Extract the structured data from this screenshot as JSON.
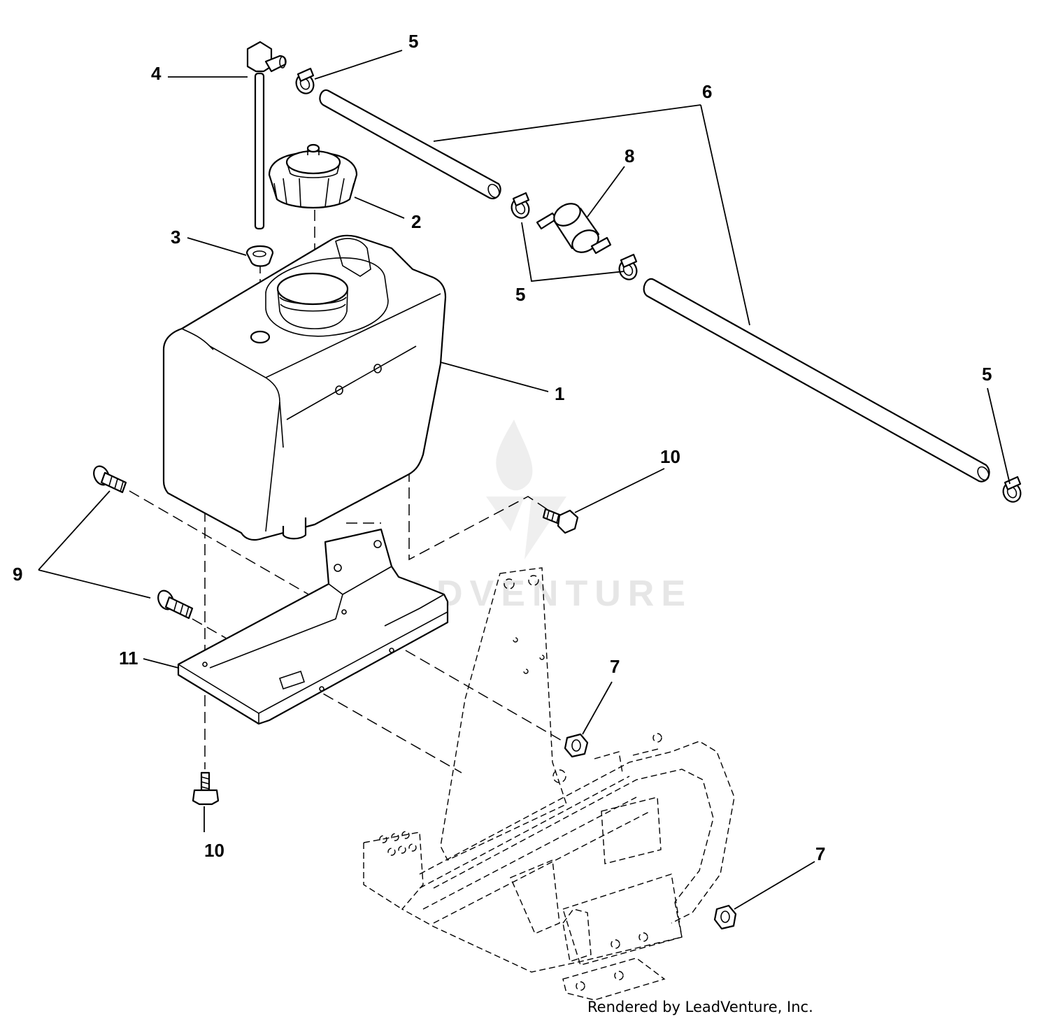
{
  "diagram": {
    "callouts": [
      {
        "id": "c1",
        "label": "1"
      },
      {
        "id": "c2",
        "label": "2"
      },
      {
        "id": "c3",
        "label": "3"
      },
      {
        "id": "c4",
        "label": "4"
      },
      {
        "id": "c5a",
        "label": "5"
      },
      {
        "id": "c5b",
        "label": "5"
      },
      {
        "id": "c5c",
        "label": "5"
      },
      {
        "id": "c6",
        "label": "6"
      },
      {
        "id": "c7a",
        "label": "7"
      },
      {
        "id": "c7b",
        "label": "7"
      },
      {
        "id": "c8",
        "label": "8"
      },
      {
        "id": "c9",
        "label": "9"
      },
      {
        "id": "c10a",
        "label": "10"
      },
      {
        "id": "c10b",
        "label": "10"
      },
      {
        "id": "c11",
        "label": "11"
      }
    ],
    "watermark": "LEADVENTURE",
    "credit": "Rendered by LeadVenture, Inc."
  },
  "colors": {
    "line": "#000000",
    "watermark": "#e6e6e6",
    "background": "#ffffff"
  }
}
